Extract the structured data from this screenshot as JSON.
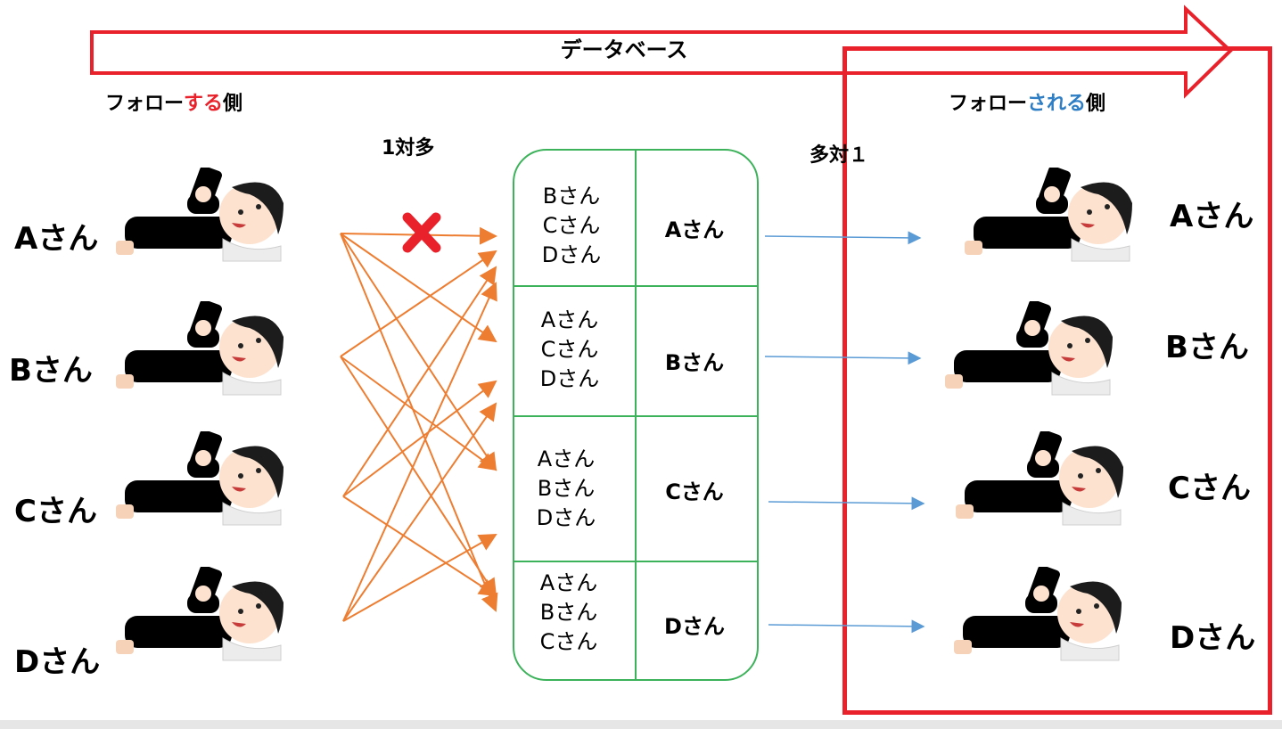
{
  "colors": {
    "red": "#e8212a",
    "blue": "#2d7ec4",
    "orange": "#ed7d31",
    "arrow_blue": "#5b9bd5",
    "green": "#3cb25a"
  },
  "database_label": "データベース",
  "follower_side": {
    "prefix": "フォロー",
    "highlight": "する",
    "suffix": "側"
  },
  "followed_side": {
    "prefix": "フォロー",
    "highlight": "される",
    "suffix": "側"
  },
  "one_to_many": "1対多",
  "many_to_one": "多対１",
  "left_users": [
    "Aさん",
    "Bさん",
    "Cさん",
    "Dさん"
  ],
  "right_users": [
    "Aさん",
    "Bさん",
    "Cさん",
    "Dさん"
  ],
  "table_rows": [
    {
      "follows": [
        "Bさん",
        "Cさん",
        "Dさん"
      ],
      "user": "Aさん"
    },
    {
      "follows": [
        "Aさん",
        "Cさん",
        "Dさん"
      ],
      "user": "Bさん"
    },
    {
      "follows": [
        "Aさん",
        "Bさん",
        "Dさん"
      ],
      "user": "Cさん"
    },
    {
      "follows": [
        "Aさん",
        "Bさん",
        "Cさん"
      ],
      "user": "Dさん"
    }
  ],
  "icons": {
    "blocked": "cross-mark-icon",
    "person": "person-lying-with-phone-icon"
  }
}
